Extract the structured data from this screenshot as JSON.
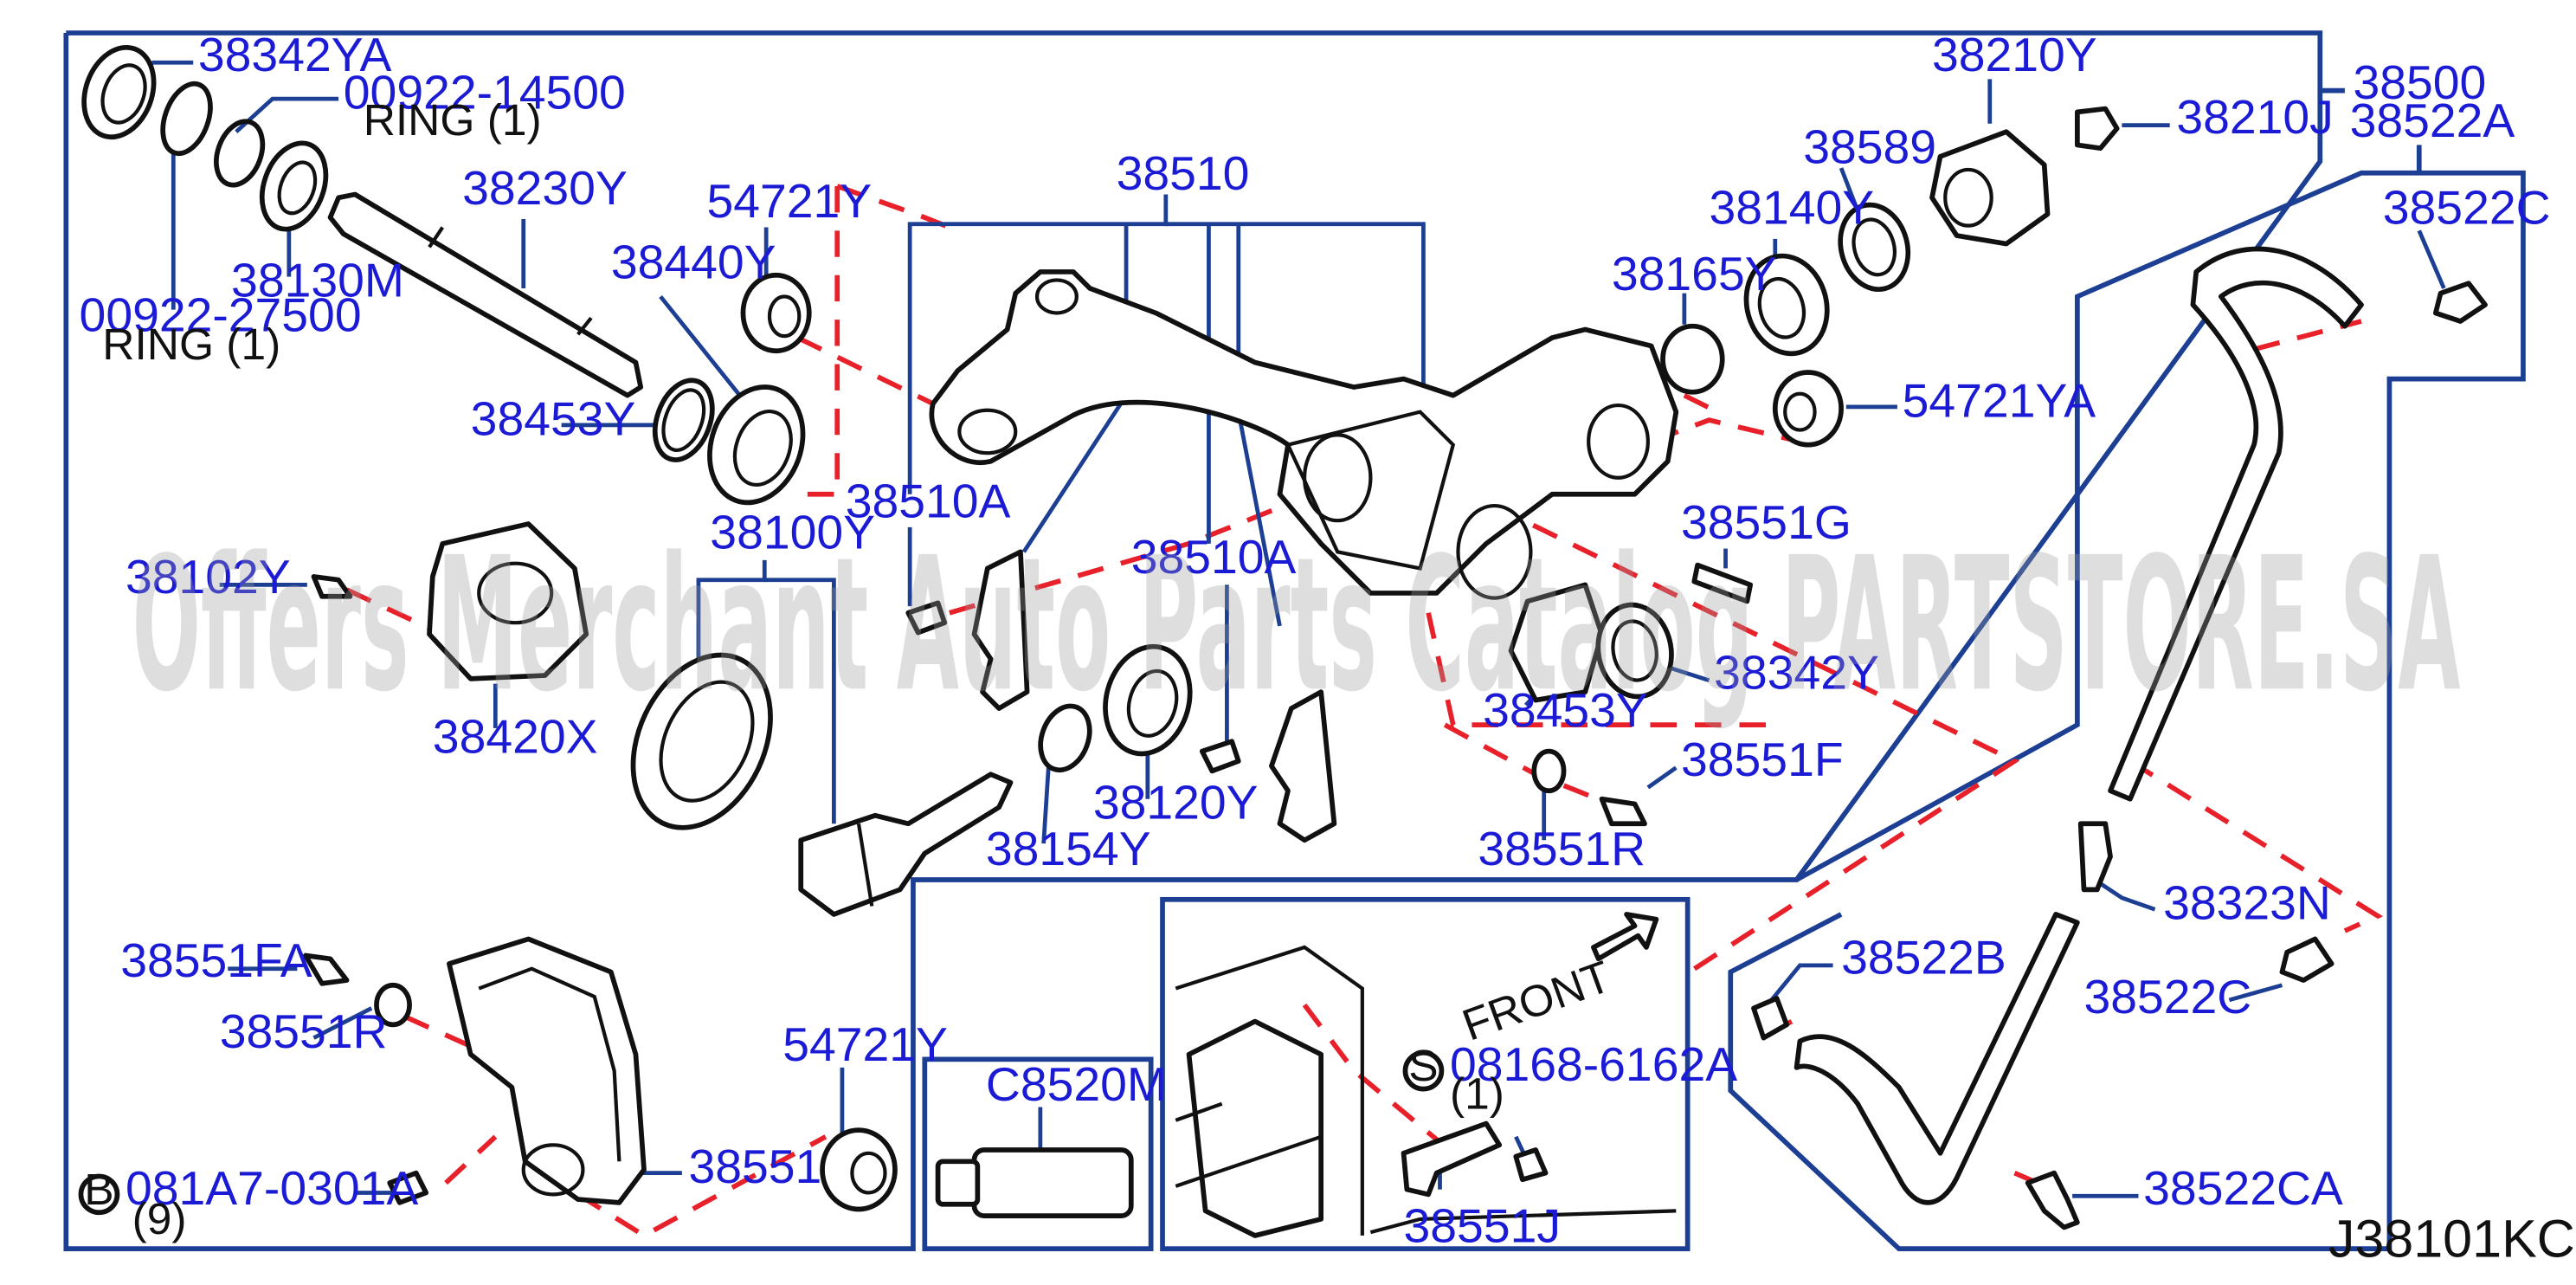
{
  "diagram_code": "J38101KC",
  "watermark": "Offers Merchant Auto Parts Catalog PARTSTORE.SA",
  "callouts": {
    "p38342YA": "38342YA",
    "p00922_14500": "00922-14500",
    "ring1_top": "RING   (1)",
    "p38130M": "38130M",
    "p00922_27500": "00922-27500",
    "ring1_bottom": "RING   (1)",
    "p38230Y": "38230Y",
    "p54721Y_top": "54721Y",
    "p38440Y": "38440Y",
    "p38453Y_left": "38453Y",
    "p38510": "38510",
    "p38510A_left": "38510A",
    "p38510A_mid": "38510A",
    "p38100Y": "38100Y",
    "p38102Y": "38102Y",
    "p38420X": "38420X",
    "p38154Y": "38154Y",
    "p38120Y": "38120Y",
    "p38210Y": "38210Y",
    "p38210J": "38210J",
    "p38500": "38500",
    "p38522A": "38522A",
    "p38522C_top": "38522C",
    "p38589": "38589",
    "p38140Y": "38140Y",
    "p38165Y": "38165Y",
    "p54721YA": "54721YA",
    "p38551G": "38551G",
    "p38342Y": "38342Y",
    "p38453Y_right": "38453Y",
    "p38551F": "38551F",
    "p38551R_right": "38551R",
    "p38323N": "38323N",
    "p38522C_bottom": "38522C",
    "p38522B": "38522B",
    "p38522CA": "38522CA",
    "p38551FA": "38551FA",
    "p38551R_left": "38551R",
    "p54721Y_bottom": "54721Y",
    "p38551": "38551",
    "p081A7_0301A": "081A7-0301A",
    "qty9": "(9)",
    "p08168_6162A": "08168-6162A",
    "qty1": "(1)",
    "p38551J": "38551J",
    "pC8520M": "C8520M",
    "front": "FRONT",
    "badge_b": "B",
    "badge_s": "S"
  }
}
